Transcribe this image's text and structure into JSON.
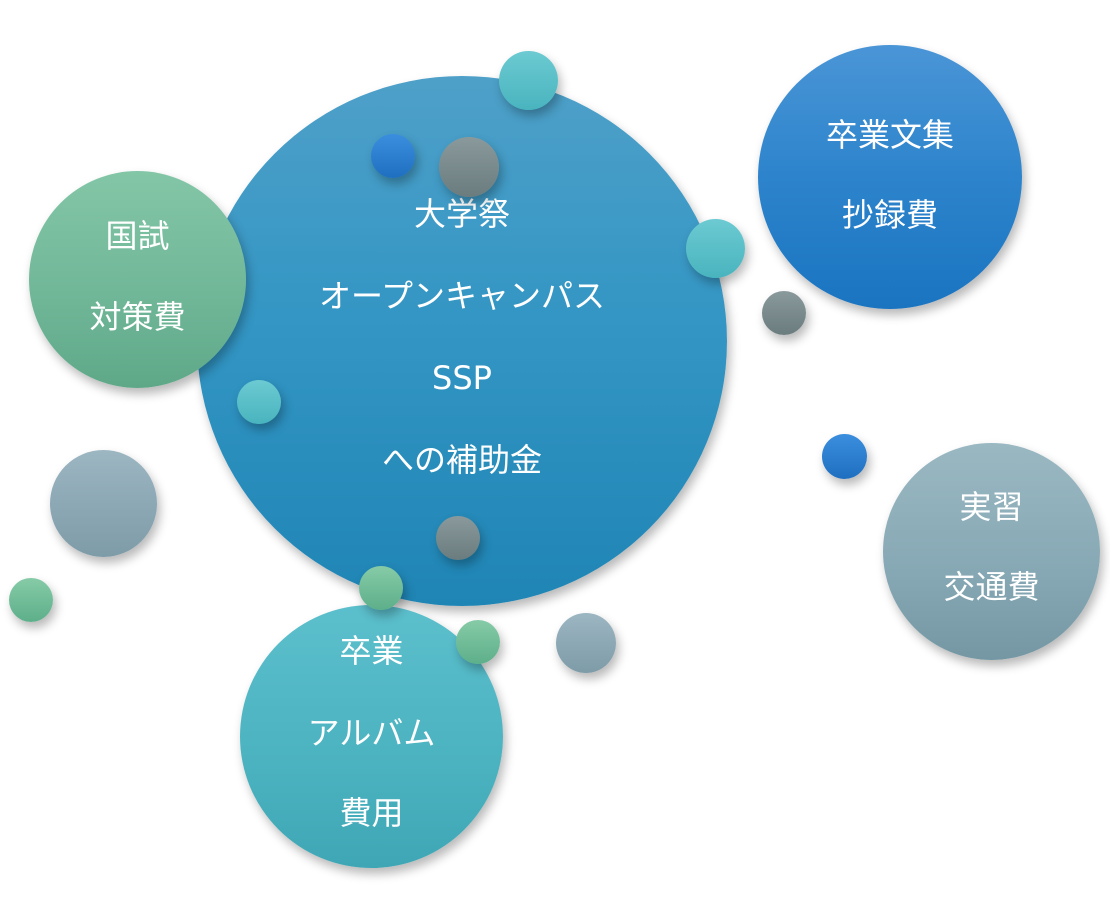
{
  "bubbles": {
    "main": {
      "line1": "大学祭",
      "line2": "オープンキャンパス",
      "line3": "SSP",
      "line4": "への補助金"
    },
    "kokushi": {
      "line1": "国試",
      "line2": "対策費"
    },
    "bunshu": {
      "line1": "卒業文集",
      "line2": "抄録費"
    },
    "jisshu": {
      "line1": "実習",
      "line2": "交通費"
    },
    "album": {
      "line1": "卒業",
      "line2": "アルバム",
      "line3": "費用"
    }
  },
  "colors": {
    "main": "#3496c4",
    "kokushi": "#6fb697",
    "bunshu": "#2d84cc",
    "jisshu": "#86a8b4",
    "album": "#4bb2c0"
  }
}
